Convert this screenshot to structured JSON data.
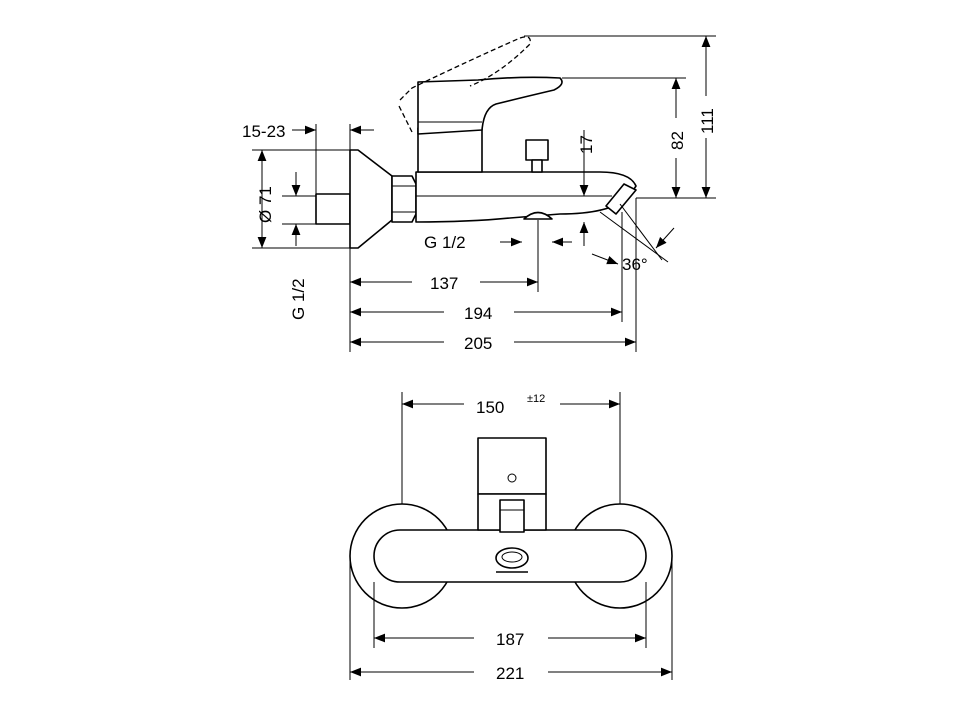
{
  "drawing": {
    "side_view": {
      "dims": {
        "wall_depth": "15-23",
        "rosette_diameter": "Ø 71",
        "thread_inlet": "G 1/2",
        "thread_outlet": "G 1/2",
        "to_outlet": "137",
        "to_spout_tip": "194",
        "total_depth": "205",
        "spout_angle": "36°",
        "spout_height": "17",
        "handle_height": "82",
        "total_height": "111"
      }
    },
    "front_view": {
      "dims": {
        "centre_distance": "150",
        "centre_tolerance": "±12",
        "inner_width": "187",
        "total_width": "221"
      }
    }
  }
}
